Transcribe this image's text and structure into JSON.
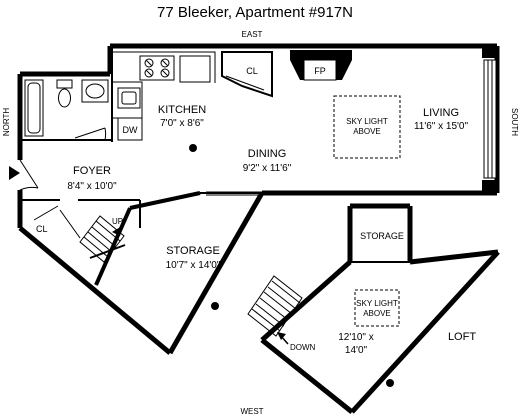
{
  "title": "77 Bleeker, Apartment #917N",
  "compass": {
    "east": "EAST",
    "west": "WEST",
    "north": "NORTH",
    "south": "SOUTH"
  },
  "rooms": {
    "kitchen": {
      "name": "KITCHEN",
      "size": "7'0\" x 8'6\""
    },
    "dining": {
      "name": "DINING",
      "size": "9'2\" x 11'6\""
    },
    "living": {
      "name": "LIVING",
      "size": "11'6\" x 15'0\""
    },
    "foyer": {
      "name": "FOYER",
      "size": "8'4\" x 10'0\""
    },
    "storage": {
      "name": "STORAGE",
      "size": "10'7\" x 14'0\""
    },
    "loft": {
      "name": "LOFT",
      "size_line1": "12'10\" x",
      "size_line2": "14'0\""
    },
    "loft_storage": {
      "name": "STORAGE"
    }
  },
  "labels": {
    "closet_kitchen": "CL",
    "closet_foyer": "CL",
    "fireplace": "FP",
    "dishwasher": "DW",
    "stair_up": "UP",
    "stair_down": "DOWN",
    "skylight_living_1": "SKY LIGHT",
    "skylight_living_2": "ABOVE",
    "skylight_loft_1": "SKY LIGHT",
    "skylight_loft_2": "ABOVE"
  }
}
